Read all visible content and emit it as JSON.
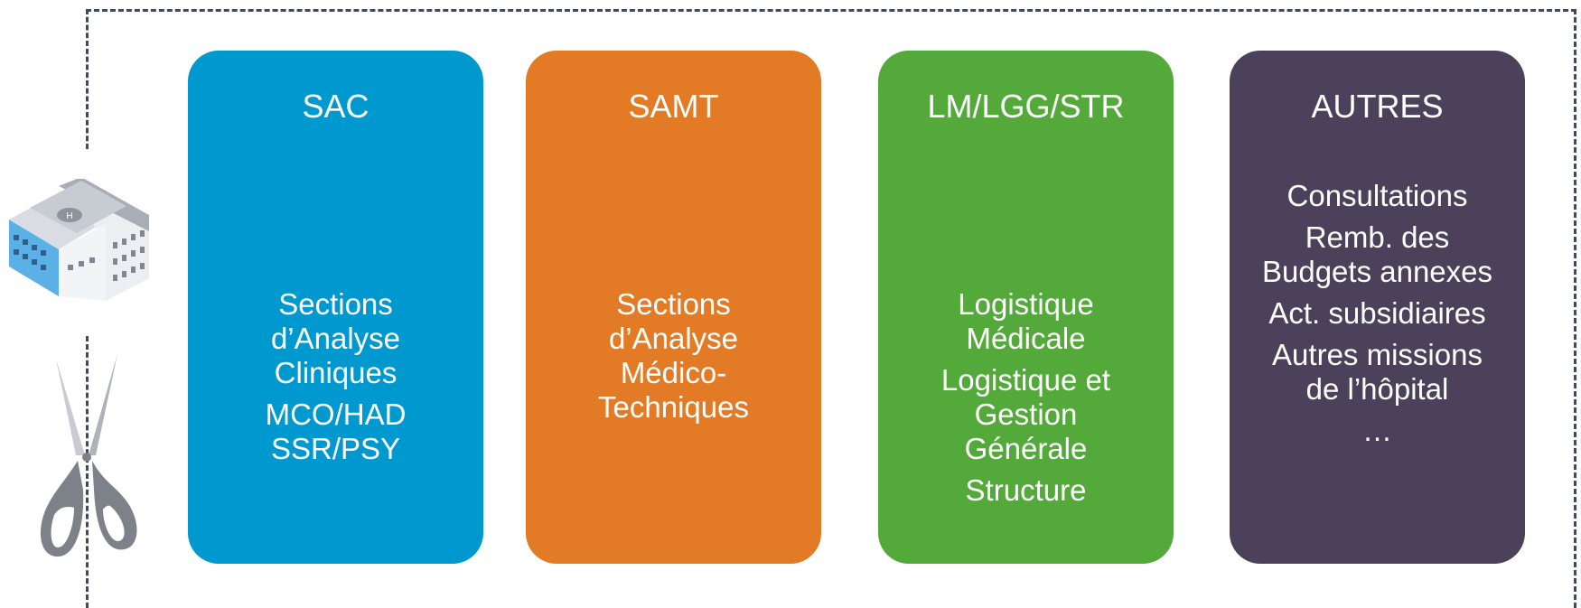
{
  "cards": [
    {
      "title": "SAC",
      "lines": [
        "Sections\nd’Analyse\nCliniques",
        "MCO/HAD\nSSR/PSY"
      ],
      "color": "#0099cf"
    },
    {
      "title": "SAMT",
      "lines": [
        "Sections\nd’Analyse\nMédico-\nTechniques"
      ],
      "color": "#e37a25"
    },
    {
      "title": "LM/LGG/STR",
      "lines": [
        "Logistique\nMédicale",
        "Logistique et\nGestion\nGénérale",
        "Structure"
      ],
      "color": "#54a93b"
    },
    {
      "title": "AUTRES",
      "lines": [
        "Consultations",
        "Remb. des\nBudgets annexes",
        "Act. subsidiaires",
        "Autres missions\nde l’hôpital",
        "…"
      ],
      "color": "#4b415a"
    }
  ],
  "icons": {
    "left_top": "hospital-building-icon",
    "left_bottom": "scissors-icon"
  },
  "frame_color": "#404a5a"
}
